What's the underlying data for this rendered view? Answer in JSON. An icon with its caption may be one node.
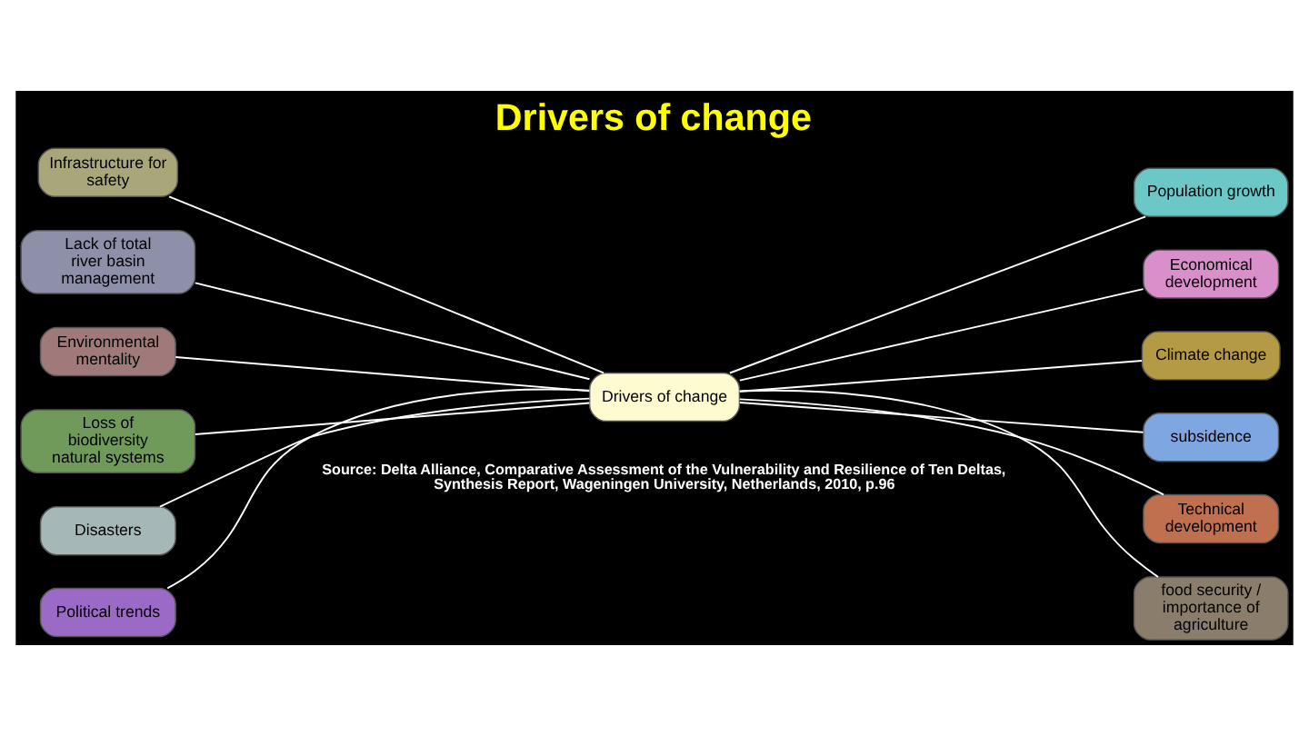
{
  "diagram": {
    "title": "Drivers of change",
    "caption": "Source: Delta Alliance, Comparative Assessment of the Vulnerability and Resilience of Ten Deltas, Synthesis Report, Wageningen University, Netherlands, 2010, p.96",
    "nodes": [
      {
        "text": [
          "Infrastructure for safety"
        ]
      },
      {
        "text": [
          "Population growth"
        ]
      },
      {
        "text": [
          "Lack of total river basin management"
        ]
      },
      {
        "text": [
          "Economical development"
        ]
      },
      {
        "text": [
          "Environmental mentality"
        ]
      },
      {
        "text": [
          "Climate change"
        ]
      },
      {
        "text": [
          "Drivers of change"
        ]
      },
      {
        "text": [
          "Loss of biodiversity natural systems"
        ]
      },
      {
        "text": [
          "subsidence"
        ]
      },
      {
        "text": [
          "Disasters"
        ]
      },
      {
        "text": [
          "Technical development"
        ]
      },
      {
        "text": [
          "Political trends"
        ]
      },
      {
        "text": [
          "food security / importance of agriculture"
        ]
      }
    ],
    "edges": [
      {
        "from": 0,
        "to": 6,
        "arrow": "none"
      },
      {
        "from": 6,
        "to": 1,
        "arrow": "none"
      },
      {
        "from": 2,
        "to": 6,
        "arrow": "none"
      },
      {
        "from": 6,
        "to": 3,
        "arrow": "none"
      },
      {
        "from": 4,
        "to": 6,
        "arrow": "none"
      },
      {
        "from": 6,
        "to": 5,
        "arrow": "none"
      },
      {
        "from": 7,
        "to": 6,
        "arrow": "none"
      },
      {
        "from": 6,
        "to": 8,
        "arrow": "none"
      },
      {
        "from": 9,
        "to": 6,
        "arrow": "none"
      },
      {
        "from": 6,
        "to": 10,
        "arrow": "none"
      },
      {
        "from": 11,
        "to": 6,
        "arrow": "none"
      },
      {
        "from": 6,
        "to": 12,
        "arrow": "none"
      }
    ]
  }
}
